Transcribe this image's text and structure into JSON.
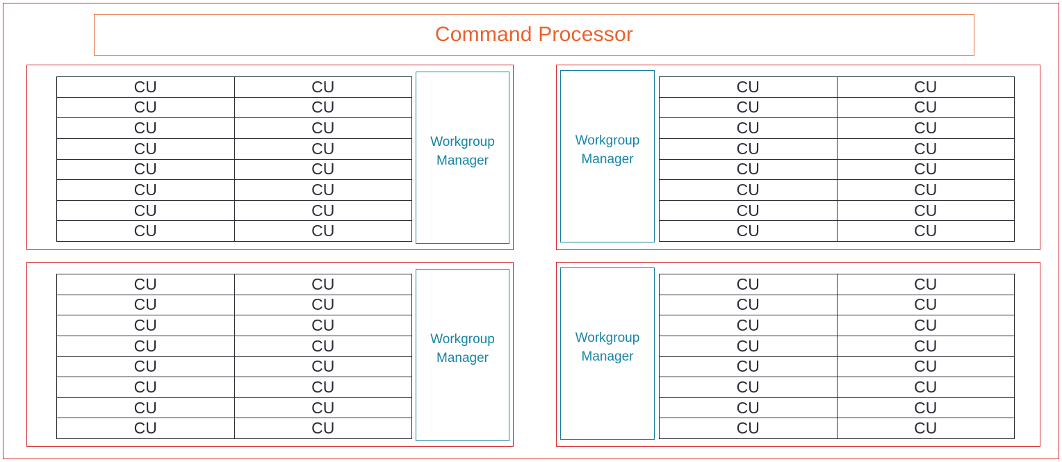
{
  "diagram": {
    "title": "Command Processor",
    "colors": {
      "chassis_border": "#D6272E",
      "title_border": "#E8622C",
      "title_text": "#E8622C",
      "engine_border": "#D6272E",
      "cu_border": "#2B2B33",
      "cu_text": "#2B2B38",
      "workgroup_border": "#17809E",
      "workgroup_text": "#1684A6",
      "background": "#FFFFFF"
    },
    "engines": [
      {
        "id": "shader-engine-top-left",
        "manager_position": "right",
        "workgroup_manager": {
          "line1": "Workgroup",
          "line2": "Manager"
        },
        "compute_units": {
          "columns": 2,
          "rows": 8,
          "count": 16,
          "label": "CU",
          "cells": [
            [
              "CU",
              "CU"
            ],
            [
              "CU",
              "CU"
            ],
            [
              "CU",
              "CU"
            ],
            [
              "CU",
              "CU"
            ],
            [
              "CU",
              "CU"
            ],
            [
              "CU",
              "CU"
            ],
            [
              "CU",
              "CU"
            ],
            [
              "CU",
              "CU"
            ]
          ]
        }
      },
      {
        "id": "shader-engine-top-right",
        "manager_position": "left",
        "workgroup_manager": {
          "line1": "Workgroup",
          "line2": "Manager"
        },
        "compute_units": {
          "columns": 2,
          "rows": 8,
          "count": 16,
          "label": "CU",
          "cells": [
            [
              "CU",
              "CU"
            ],
            [
              "CU",
              "CU"
            ],
            [
              "CU",
              "CU"
            ],
            [
              "CU",
              "CU"
            ],
            [
              "CU",
              "CU"
            ],
            [
              "CU",
              "CU"
            ],
            [
              "CU",
              "CU"
            ],
            [
              "CU",
              "CU"
            ]
          ]
        }
      },
      {
        "id": "shader-engine-bottom-left",
        "manager_position": "right",
        "workgroup_manager": {
          "line1": "Workgroup",
          "line2": "Manager"
        },
        "compute_units": {
          "columns": 2,
          "rows": 8,
          "count": 16,
          "label": "CU",
          "cells": [
            [
              "CU",
              "CU"
            ],
            [
              "CU",
              "CU"
            ],
            [
              "CU",
              "CU"
            ],
            [
              "CU",
              "CU"
            ],
            [
              "CU",
              "CU"
            ],
            [
              "CU",
              "CU"
            ],
            [
              "CU",
              "CU"
            ],
            [
              "CU",
              "CU"
            ]
          ]
        }
      },
      {
        "id": "shader-engine-bottom-right",
        "manager_position": "left",
        "workgroup_manager": {
          "line1": "Workgroup",
          "line2": "Manager"
        },
        "compute_units": {
          "columns": 2,
          "rows": 8,
          "count": 16,
          "label": "CU",
          "cells": [
            [
              "CU",
              "CU"
            ],
            [
              "CU",
              "CU"
            ],
            [
              "CU",
              "CU"
            ],
            [
              "CU",
              "CU"
            ],
            [
              "CU",
              "CU"
            ],
            [
              "CU",
              "CU"
            ],
            [
              "CU",
              "CU"
            ],
            [
              "CU",
              "CU"
            ]
          ]
        }
      }
    ]
  }
}
